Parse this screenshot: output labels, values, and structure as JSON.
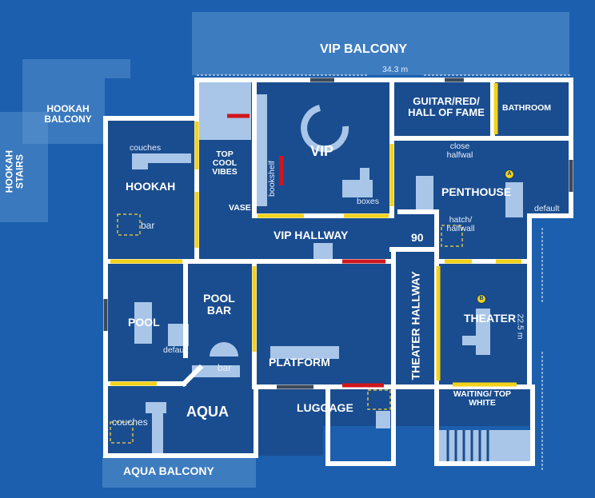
{
  "map": {
    "balconies": {
      "vip": "VIP BALCONY",
      "hookah": "HOOKAH BALCONY",
      "aqua": "AQUA BALCONY"
    },
    "hookah_stairs": "HOOKAH STAIRS",
    "rooms": {
      "vip": "VIP",
      "hookah": "HOOKAH",
      "top_cool_vibes": "TOP COOL VIBES",
      "guitar": "GUITAR/RED/ HALL OF FAME",
      "bathroom": "BATHROOM",
      "penthouse": "PENTHOUSE",
      "vip_hallway": "VIP HALLWAY",
      "pool": "POOL",
      "pool_bar": "POOL BAR",
      "platform": "PLATFORM",
      "theater_hallway": "THEATER HALLWAY",
      "theater": "THEATER",
      "aqua": "AQUA",
      "luggage": "LUGGAGE",
      "waiting": "WAITING/ TOP WHITE"
    },
    "callouts": {
      "couches_top": "couches",
      "bar_hookah": "bar",
      "vase": "VASE",
      "bookshelf": "bookshelf",
      "boxes": "boxes",
      "close_halfwall": "close halfwal",
      "hatch_halfwall": "hatch/ halfwall",
      "default_penthouse": "default",
      "ninety": "90",
      "default_pool": "default",
      "bar_aqua": "bar",
      "couches_aqua": "couches"
    },
    "markers": {
      "a": "A",
      "b": "B"
    },
    "scale": {
      "width": "34.3 m",
      "height": "22.5 m"
    },
    "colors": {
      "background": "#1b5fae",
      "floor": "#1a4d8f",
      "wall": "#ffffff",
      "window": "#f3d21a",
      "door": "#d0161c",
      "blocked": "#3b4a5a",
      "balcony": "#6aa0d8"
    }
  }
}
